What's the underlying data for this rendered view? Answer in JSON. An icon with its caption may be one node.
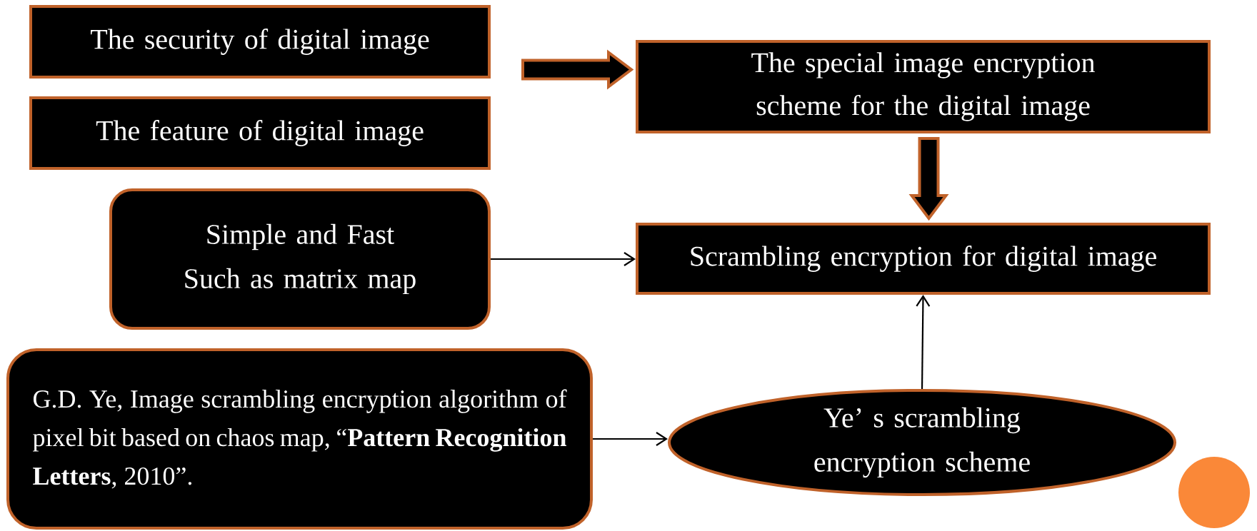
{
  "diagram": {
    "nodes": [
      {
        "text": [
          "The security of digital image"
        ]
      },
      {
        "text": [
          "The feature of digital image"
        ]
      },
      {
        "text": [
          "The special image encryption scheme for the digital image"
        ]
      },
      {
        "text": [
          "Simple and Fast",
          "Such as matrix map"
        ]
      },
      {
        "text": [
          "Scrambling encryption for digital image"
        ]
      },
      {
        "text": [
          "G.D. Ye, Image scrambling encryption algorithm of pixel bit based on chaos map, “**Pattern Recognition Letters**, 2010”."
        ]
      },
      {
        "text": [
          "Ye’ s scrambling encryption scheme"
        ]
      }
    ],
    "edges": [
      {
        "from": 0,
        "to": 2,
        "arrow": "to",
        "style": "thick"
      },
      {
        "from": 1,
        "to": 2,
        "arrow": "to",
        "style": "thick"
      },
      {
        "from": 2,
        "to": 4,
        "arrow": "to",
        "style": "thick"
      },
      {
        "from": 3,
        "to": 4,
        "arrow": "to"
      },
      {
        "from": 5,
        "to": 6,
        "arrow": "to"
      },
      {
        "from": 6,
        "to": 4,
        "arrow": "to"
      }
    ]
  }
}
